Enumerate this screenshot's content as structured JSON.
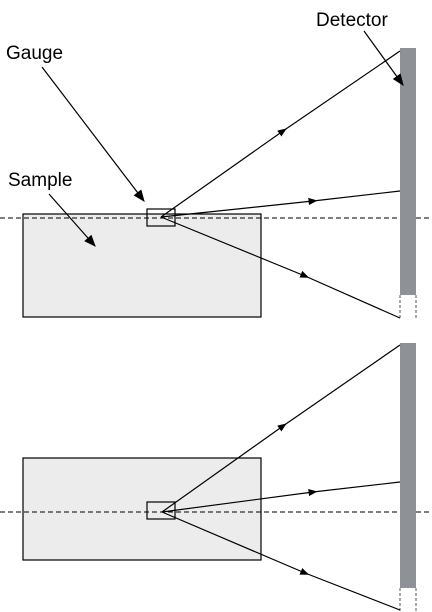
{
  "labels": {
    "detector": "Detector",
    "gauge": "Gauge",
    "sample": "Sample"
  },
  "colors": {
    "sample_fill": "#ececec",
    "detector_fill": "#8e9196",
    "line": "#000000"
  },
  "panels": [
    "surface-gauge",
    "embedded-gauge"
  ]
}
